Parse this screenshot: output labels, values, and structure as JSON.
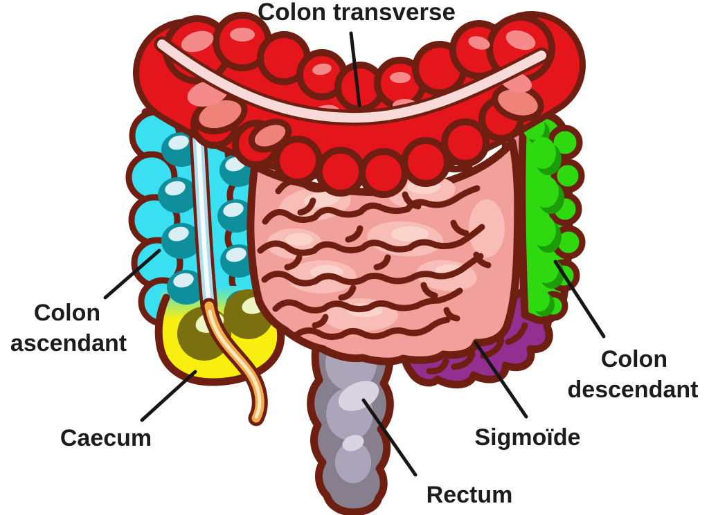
{
  "figure": {
    "title_label": "Colon transverse",
    "labels": {
      "transverse": "Colon transverse",
      "ascendant": [
        "Colon",
        "ascendant"
      ],
      "caecum": "Caecum",
      "descendant": [
        "Colon",
        "descendant"
      ],
      "sigmoide": "Sigmoïde",
      "rectum": "Rectum"
    }
  },
  "colors": {
    "bg": "#ffffff",
    "ink": "#1c1c1c",
    "outline": "#6f1f12",
    "red": "#e4161b",
    "red_light": "#f58a8a",
    "stripe_pink": "#f8dbd8",
    "salmon": "#ef8279",
    "pink": "#f2a09c",
    "pink_light": "#f7bdb6",
    "pink_lighter": "#fad3cb",
    "cyan": "#3bdff2",
    "teal": "#0f8e9b",
    "blue_pale": "#d9eef5",
    "stripe_blue": "#aedcea",
    "stripe_core": "#f4fbfd",
    "yellow": "#f8ee0f",
    "olive": "#7a7010",
    "yellow_pale": "#edf5c2",
    "green": "#2fd90f",
    "green_dark": "#1c9d08",
    "rose": "#ef8ba0",
    "purple": "#932f91",
    "purple_dark": "#6f2470",
    "gray": "#877e8e",
    "gray_light": "#aca4b8",
    "gray_pale": "#d9d3e2",
    "orange": "#f2ac4c",
    "cream": "#f6e9bf"
  }
}
